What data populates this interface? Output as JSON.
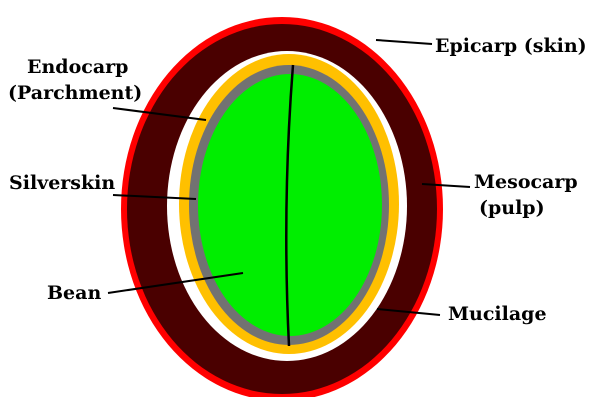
{
  "labels": {
    "epicarp": "Epicarp (skin)",
    "mesocarp_line1": "Mesocarp",
    "mesocarp_line2": "(pulp)",
    "endocarp_line1": "Endocarp",
    "endocarp_line2": "(Parchment)",
    "silverskin": "Silverskin",
    "bean": "Bean",
    "mucilage": "Mucilage"
  },
  "colors": {
    "epicarp": "#ff0000",
    "mesocarp": "#4a0000",
    "mucilage": "#ffffff",
    "endocarp": "#ffc000",
    "silverskin": "#727272",
    "bean": "#00ee00",
    "line": "#000000"
  }
}
